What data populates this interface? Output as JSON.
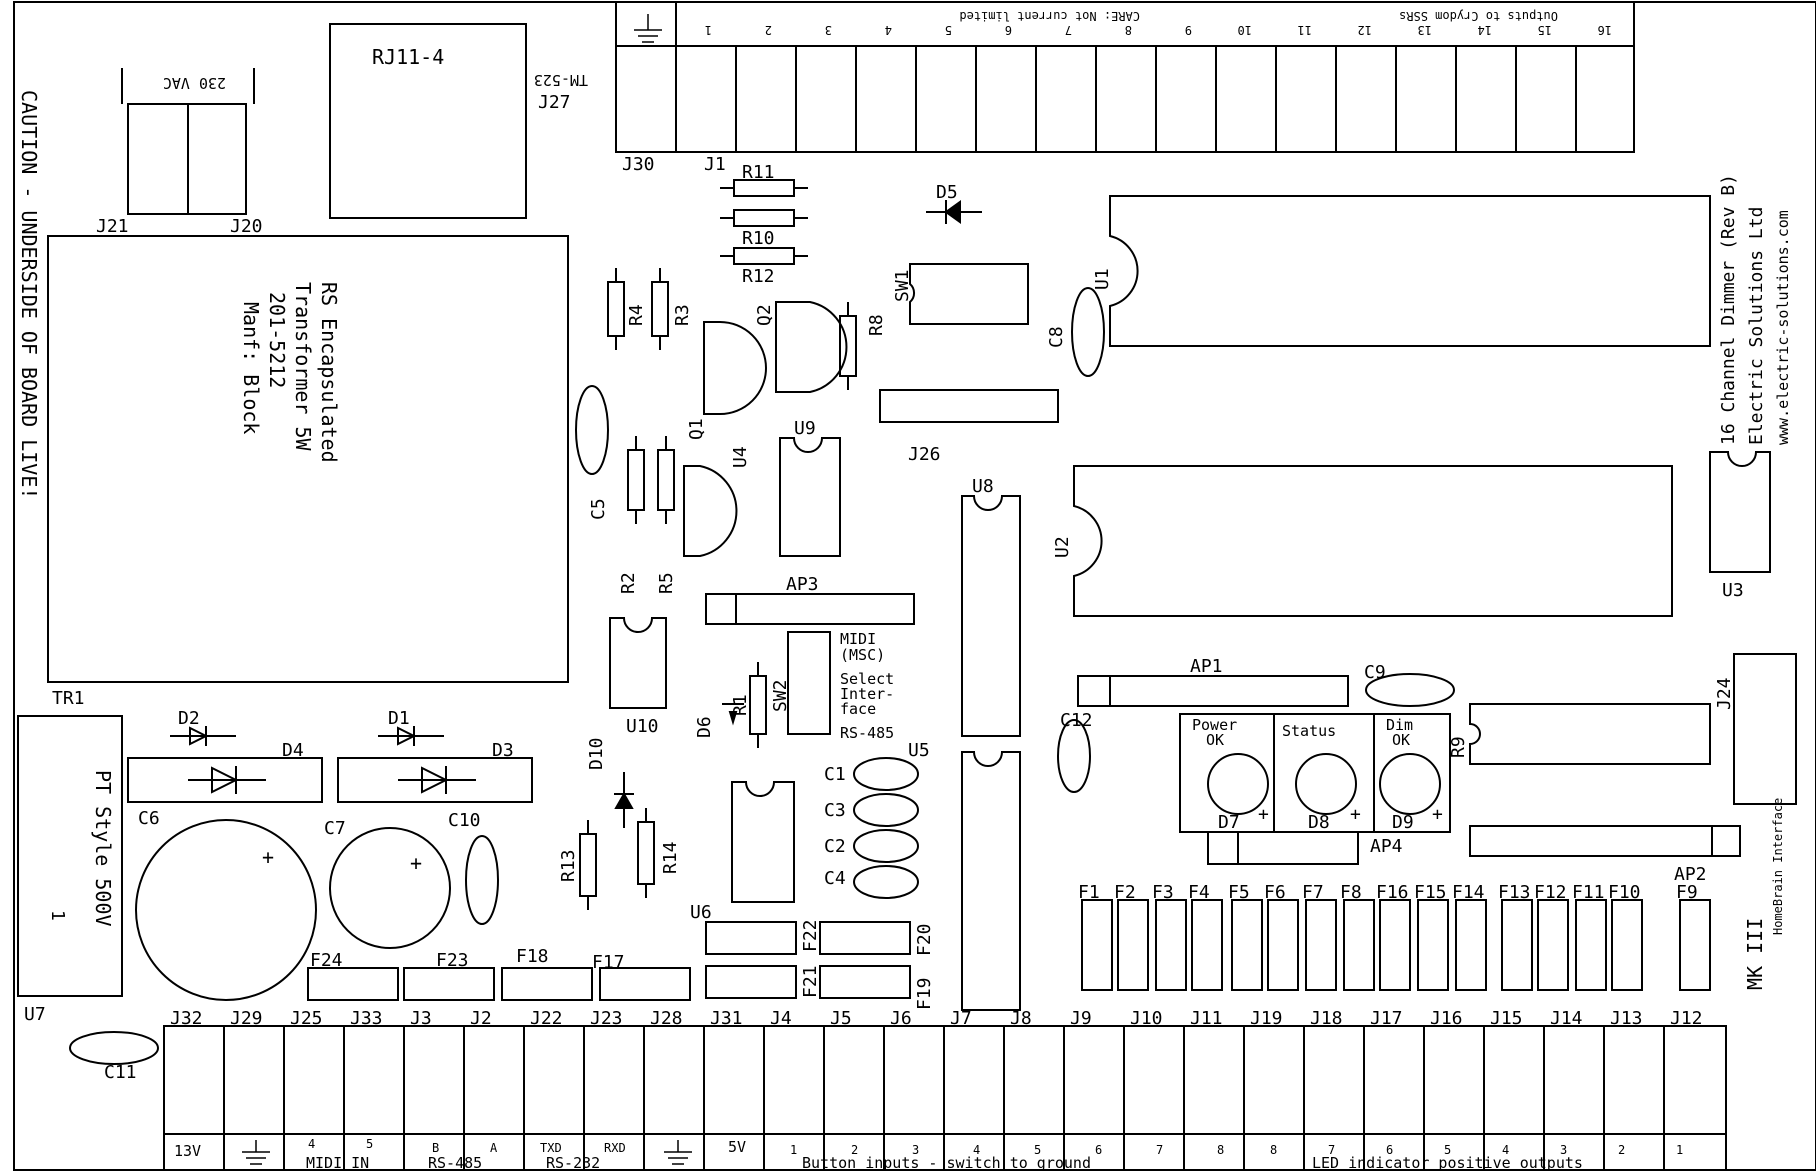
{
  "board": {
    "caution_text": "CAUTION - UNDERSIDE OF BOARD LIVE!",
    "title_line1": "16 Channel Dimmer (Rev B)",
    "title_line2": "Electric Solutions Ltd",
    "title_line3": "www.electric-solutions.com",
    "homebrain": "HomeBrain Interface",
    "mk": "MK III"
  },
  "top": {
    "outputs_note": "Outputs to Crydom SSRs",
    "care_note": "CARE: Not current limited",
    "output_numbers": [
      "1",
      "2",
      "3",
      "4",
      "5",
      "6",
      "7",
      "8",
      "9",
      "10",
      "11",
      "12",
      "13",
      "14",
      "15",
      "16"
    ]
  },
  "transformer": {
    "line1": "RS Encapsulated",
    "line2": "Transformer 5W",
    "line3": "201-5212",
    "line4": "Manf: Block",
    "ref": "TR1"
  },
  "connectors": {
    "rj11": "RJ11-4",
    "tm523": "TM-523",
    "j27": "J27",
    "j30": "J30",
    "j1": "J1",
    "j21": "J21",
    "j20": "J20",
    "vac": "230 VAC",
    "j26": "J26",
    "j24": "J24",
    "pt_style": "PT Style 500V",
    "pt_one": "1",
    "u7": "U7"
  },
  "components": {
    "r11": "R11",
    "r10": "R10",
    "r12": "R12",
    "d5": "D5",
    "r4": "R4",
    "r3": "R3",
    "q2": "Q2",
    "r8": "R8",
    "sw1": "SW1",
    "u1": "U1",
    "c8": "C8",
    "q1": "Q1",
    "u4": "U4",
    "u9": "U9",
    "c5": "C5",
    "r2": "R2",
    "r5": "R5",
    "ap3": "AP3",
    "u8": "U8",
    "u2": "U2",
    "u3": "U3",
    "u10": "U10",
    "d10": "D10",
    "d6": "D6",
    "r1": "R1",
    "sw2": "SW2",
    "u5": "U5",
    "ap1": "AP1",
    "c9": "C9",
    "c12": "C12",
    "r9": "R9",
    "c1": "C1",
    "c3": "C3",
    "c2": "C2",
    "c4": "C4",
    "r13": "R13",
    "r14": "R14",
    "u6": "U6",
    "d2": "D2",
    "d1": "D1",
    "d4": "D4",
    "d3": "D3",
    "c6": "C6",
    "c7": "C7",
    "c10": "C10",
    "c11": "C11",
    "d7": "D7",
    "d8": "D8",
    "d9": "D9",
    "ap4": "AP4",
    "ap2": "AP2",
    "plus": "+"
  },
  "select": {
    "midi": "MIDI",
    "msc": "(MSC)",
    "select": "Select",
    "inter": "Inter-",
    "face": "face",
    "rs485": "RS-485"
  },
  "leds": {
    "power1": "Power",
    "power2": "OK",
    "status": "Status",
    "dim1": "Dim",
    "dim2": "OK"
  },
  "fuses": {
    "row_right": [
      "F1",
      "F2",
      "F3",
      "F4",
      "F5",
      "F6",
      "F7",
      "F8",
      "F16",
      "F15",
      "F14",
      "F13",
      "F12",
      "F11",
      "F10",
      "F9"
    ],
    "f24": "F24",
    "f23": "F23",
    "f18": "F18",
    "f17": "F17",
    "f22": "F22",
    "f21": "F21",
    "f20": "F20",
    "f19": "F19"
  },
  "bottom": {
    "jacks": [
      "J32",
      "J29",
      "J25",
      "J33",
      "J3",
      "J2",
      "J22",
      "J23",
      "J28",
      "J31",
      "J4",
      "J5",
      "J6",
      "J7",
      "J8",
      "J9",
      "J10",
      "J11",
      "J19",
      "J18",
      "J17",
      "J16",
      "J15",
      "J14",
      "J13",
      "J12"
    ],
    "v13": "13V",
    "midi_4": "4",
    "midi_5": "5",
    "midi_in": "MIDI IN",
    "rs485_b": "B",
    "rs485_a": "A",
    "rs485": "RS-485",
    "txd": "TXD",
    "rxd": "RXD",
    "rs232": "RS-232",
    "v5": "5V",
    "button_nums": [
      "1",
      "2",
      "3",
      "4",
      "5",
      "6",
      "7",
      "8"
    ],
    "button_label": "Button inputs - switch to ground",
    "led_nums": [
      "8",
      "7",
      "6",
      "5",
      "4",
      "3",
      "2",
      "1"
    ],
    "led_label": "LED indicator positive outputs"
  }
}
